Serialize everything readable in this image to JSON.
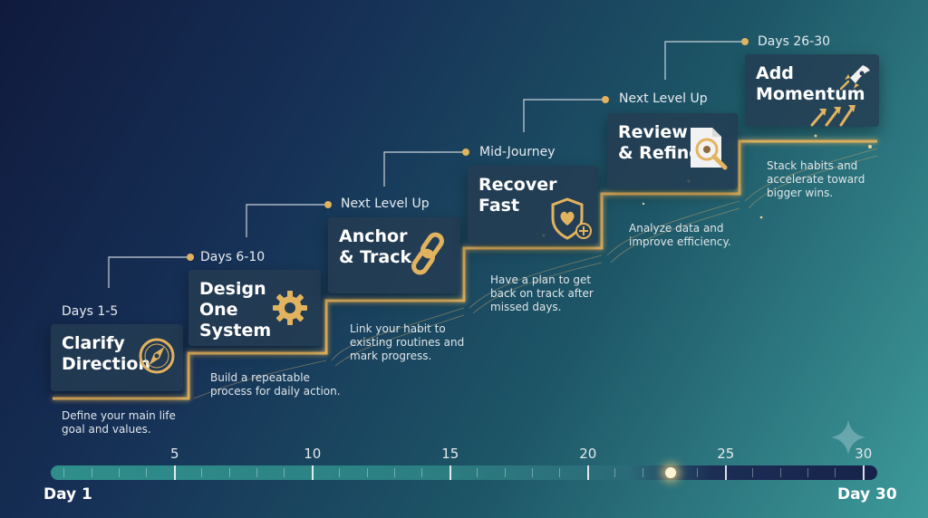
{
  "colors": {
    "accent_gold": "#e2b35f",
    "card_bg": "#243c52",
    "text": "#ffffff",
    "bar_teal": "#2f8e8a"
  },
  "stages": [
    {
      "phase": "Days 1-5",
      "title": "Clarify\nDirection",
      "icon": "compass-icon",
      "description": "Define your main life\ngoal and values."
    },
    {
      "phase": "Days 6-10",
      "title": "Design\nOne\nSystem",
      "icon": "gear-icon",
      "description": "Build a repeatable\nprocess for daily action."
    },
    {
      "phase": "Next Level Up",
      "title": "Anchor\n& Track",
      "icon": "chain-link-icon",
      "description": "Link your habit to\nexisting routines and\nmark progress."
    },
    {
      "phase": "Mid-Journey",
      "title": "Recover\nFast",
      "icon": "heart-shield-icon",
      "description": "Have a plan to get\nback on track after\nmissed days."
    },
    {
      "phase": "Next Level Up",
      "title": "Review\n& Refine",
      "icon": "document-magnifier-icon",
      "description": "Analyze data and\nimprove efficiency."
    },
    {
      "phase": "Days 26-30",
      "title": "Add\nMomentum",
      "icon": "rocket-icon",
      "description": "Stack habits and\naccelerate toward\nbigger wins."
    }
  ],
  "timeline": {
    "start_label": "Day 1",
    "end_label": "Day 30",
    "min": 1,
    "max": 30,
    "ticks": [
      5,
      10,
      15,
      20,
      25,
      30
    ],
    "progress_day": 23
  },
  "decoration": {
    "sparkle": "sparkle-icon"
  }
}
